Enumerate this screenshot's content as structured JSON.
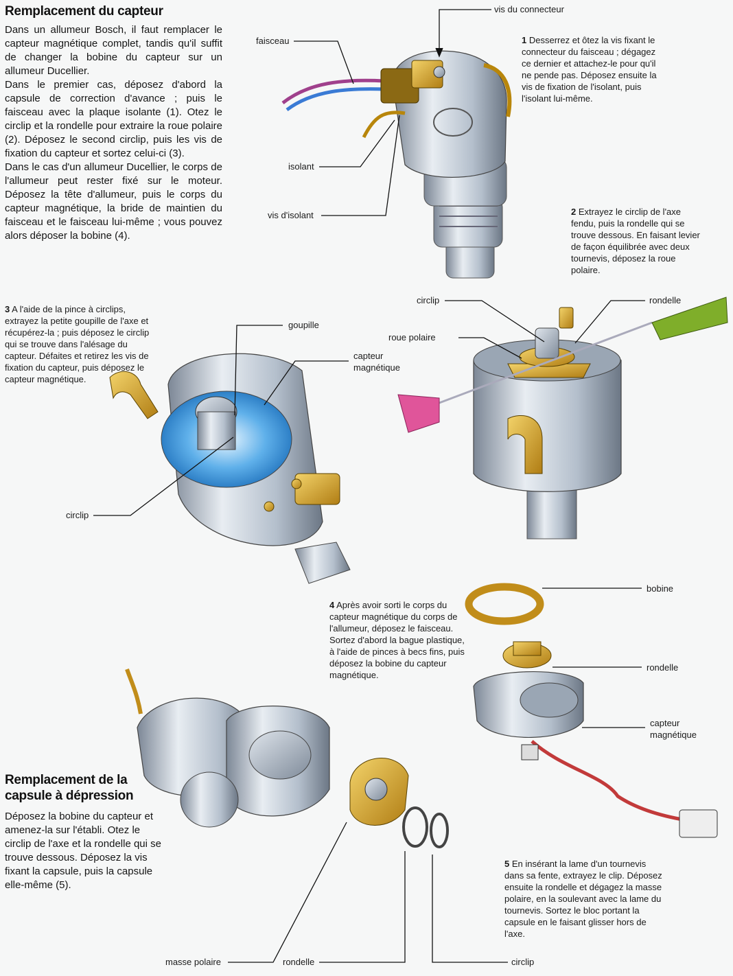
{
  "section1": {
    "title": "Remplacement du capteur",
    "paragraphs": [
      "Dans un allumeur Bosch, il faut remplacer le capteur magnétique complet, tandis qu'il suffit de changer la bobine du capteur sur un allumeur Ducellier.",
      "Dans le premier cas, déposez d'abord la capsule de correction d'avance ; puis le faisceau avec la plaque isolante (1). Otez le circlip et la rondelle pour extraire la roue polaire (2). Déposez le second circlip, puis les vis de fixation du capteur et sortez celui-ci (3).",
      "Dans le cas d'un allumeur Ducellier, le corps de l'allumeur peut rester fixé sur le moteur. Déposez la tête d'allumeur, puis le corps du capteur magnétique, la bride de maintien du faisceau et le faisceau lui-même ; vous pouvez alors déposer la bobine (4)."
    ]
  },
  "section2": {
    "title_line1": "Remplacement de la",
    "title_line2": "capsule à dépression",
    "paragraph": "Déposez la bobine du capteur et amenez-la sur l'établi. Otez le circlip de l'axe et la rondelle qui se trouve dessous. Déposez la vis fixant la capsule, puis la capsule elle-même (5)."
  },
  "steps": [
    {
      "num": "1",
      "text": "Desserrez et ôtez la vis fixant le connecteur du faisceau ; dégagez ce dernier et attachez-le pour qu'il ne pende pas. Déposez ensuite la vis de fixation de l'isolant, puis l'isolant lui-même."
    },
    {
      "num": "2",
      "text": "Extrayez le circlip de l'axe fendu, puis la rondelle qui se trouve dessous. En faisant levier de façon équilibrée avec deux tournevis, déposez la roue polaire."
    },
    {
      "num": "3",
      "text": "A l'aide de la pince à circlips, extrayez la petite goupille de l'axe et récupérez-la ; puis déposez le circlip qui se trouve dans l'alésage du capteur. Défaites et retirez les vis de fixation du capteur, puis déposez le capteur magnétique."
    },
    {
      "num": "4",
      "text": "Après avoir sorti le corps du capteur magnétique du corps de l'allumeur, déposez le faisceau. Sortez d'abord la bague plastique, à l'aide de pinces à becs fins, puis déposez la bobine du capteur magnétique."
    },
    {
      "num": "5",
      "text": "En insérant la lame d'un tournevis dans sa fente, extrayez le clip. Déposez ensuite la rondelle et dégagez la masse polaire, en la soulevant avec la lame du tournevis. Sortez le bloc portant la capsule en le faisant glisser hors de l'axe."
    }
  ],
  "labels": {
    "vis_connecteur": "vis du connecteur",
    "faisceau": "faisceau",
    "isolant": "isolant",
    "vis_isolant": "vis d'isolant",
    "circlip_2": "circlip",
    "rondelle_2": "rondelle",
    "roue_polaire": "roue polaire",
    "goupille": "goupille",
    "capteur_3_l1": "capteur",
    "capteur_3_l2": "magnétique",
    "circlip_3": "circlip",
    "bobine": "bobine",
    "rondelle_4": "rondelle",
    "capteur_4_l1": "capteur",
    "capteur_4_l2": "magnétique",
    "masse_polaire": "masse polaire",
    "rondelle_5": "rondelle",
    "circlip_5": "circlip"
  },
  "colors": {
    "metal": "#b9c3cf",
    "metal_dark": "#6f7b8a",
    "brass": "#d7a52a",
    "blue_glow": "#3f9be0",
    "wire_purple": "#a0408c",
    "wire_blue": "#3a7bd5",
    "screwdriver_green": "#7fae2a",
    "screwdriver_pink": "#e0559a",
    "wire_red": "#c23a3a"
  }
}
